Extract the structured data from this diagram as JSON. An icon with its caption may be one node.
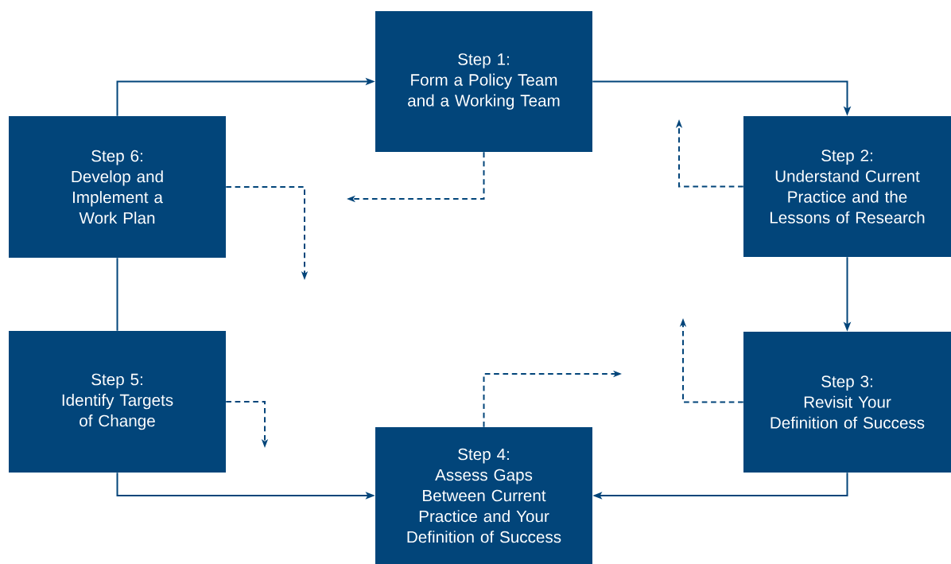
{
  "diagram": {
    "nodes": [
      {
        "text": [
          "Step 1:",
          "Form a Policy Team and a Working Team"
        ]
      },
      {
        "text": [
          "Step 2:",
          "Understand Current Practice and the Lessons of Research"
        ]
      },
      {
        "text": [
          "Step 3:",
          "Revisit Your Definition of Success"
        ]
      },
      {
        "text": [
          "Step 4:",
          "Assess Gaps Between Current Practice and Your Definition of Success"
        ]
      },
      {
        "text": [
          "Step 5:",
          "Identify Targets of Change"
        ]
      },
      {
        "text": [
          "Step 6:",
          "Develop and Implement a Work Plan"
        ]
      }
    ],
    "edges": [
      {
        "from": 0,
        "to": 1,
        "arrow": "to"
      },
      {
        "from": 1,
        "to": 2,
        "arrow": "to"
      },
      {
        "from": 2,
        "to": 3,
        "arrow": "to"
      },
      {
        "from": 4,
        "to": 3,
        "arrow": "to"
      },
      {
        "from": 5,
        "to": 0,
        "arrow": "to"
      },
      {
        "from": 5,
        "to": 4,
        "arrow": "none"
      },
      {
        "from": 0,
        "to": null,
        "arrow": "to",
        "style": "dashed"
      },
      {
        "from": 1,
        "to": null,
        "arrow": "to",
        "style": "dashed"
      },
      {
        "from": 2,
        "to": null,
        "arrow": "to",
        "style": "dashed"
      },
      {
        "from": 3,
        "to": null,
        "arrow": "to",
        "style": "dashed"
      },
      {
        "from": 4,
        "to": null,
        "arrow": "to",
        "style": "dashed"
      },
      {
        "from": 5,
        "to": null,
        "arrow": "to",
        "style": "dashed"
      }
    ]
  }
}
